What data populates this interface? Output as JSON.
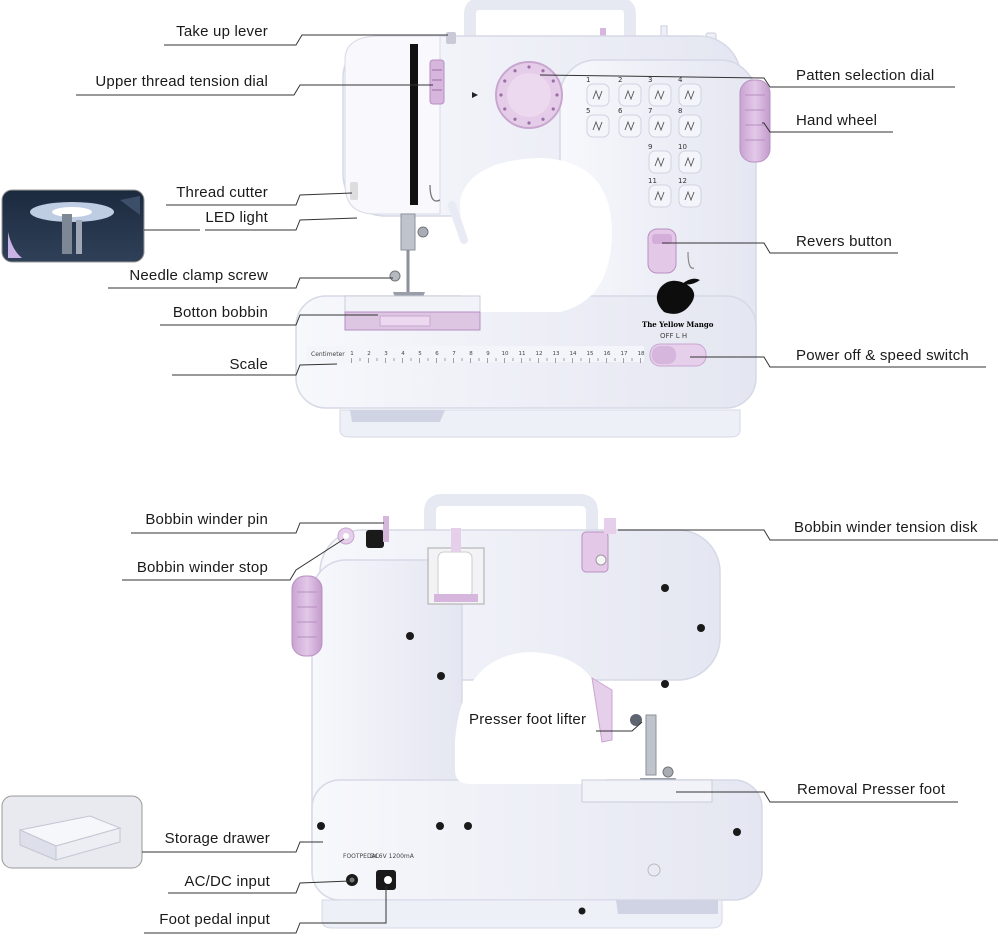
{
  "colors": {
    "body": "#eef0f8",
    "body_shadow": "#d6d9e6",
    "accent": "#d7b6dd",
    "accent_dark": "#b98fc2",
    "line": "#333333"
  },
  "machine_front": {
    "brand": "The Yellow Mango",
    "switch_text": "OFF  L  H",
    "scale_caption": "Centimeter",
    "scale_numbers": [
      "1",
      "2",
      "3",
      "4",
      "5",
      "6",
      "7",
      "8",
      "9",
      "10",
      "11",
      "12",
      "13",
      "14",
      "15",
      "16",
      "17",
      "18"
    ],
    "pattern_numbers": [
      "1",
      "2",
      "3",
      "4",
      "5",
      "6",
      "7",
      "8",
      "9",
      "10",
      "11",
      "12"
    ]
  },
  "machine_back": {
    "port_foot_text": "FOOTPEDAL",
    "port_dc_text": "DC6V 1200mA"
  },
  "labels_front": {
    "left": [
      {
        "id": "take-up-lever",
        "text": "Take up lever"
      },
      {
        "id": "upper-thread-tension-dial",
        "text": "Upper thread tension dial"
      },
      {
        "id": "thread-cutter",
        "text": "Thread cutter"
      },
      {
        "id": "led-light",
        "text": "LED light"
      },
      {
        "id": "needle-clamp-screw",
        "text": "Needle clamp screw"
      },
      {
        "id": "botton-bobbin",
        "text": "Botton bobbin"
      },
      {
        "id": "scale",
        "text": "Scale"
      }
    ],
    "right": [
      {
        "id": "patten-selection-dial",
        "text": "Patten selection dial"
      },
      {
        "id": "hand-wheel",
        "text": "Hand wheel"
      },
      {
        "id": "revers-button",
        "text": "Revers button"
      },
      {
        "id": "power-off-speed-switch",
        "text": "Power off & speed switch"
      }
    ]
  },
  "labels_back": {
    "left": [
      {
        "id": "bobbin-winder-pin",
        "text": "Bobbin winder pin"
      },
      {
        "id": "bobbin-winder-stop",
        "text": "Bobbin winder stop"
      },
      {
        "id": "storage-drawer",
        "text": "Storage drawer"
      },
      {
        "id": "ac-dc-input",
        "text": "AC/DC input"
      },
      {
        "id": "foot-pedal-input",
        "text": "Foot pedal input"
      }
    ],
    "right": [
      {
        "id": "bobbin-winder-tension-disk",
        "text": "Bobbin winder tension disk"
      },
      {
        "id": "presser-foot-lifter",
        "text": "Presser foot lifter"
      },
      {
        "id": "removal-presser-foot",
        "text": "Removal Presser foot"
      }
    ]
  }
}
